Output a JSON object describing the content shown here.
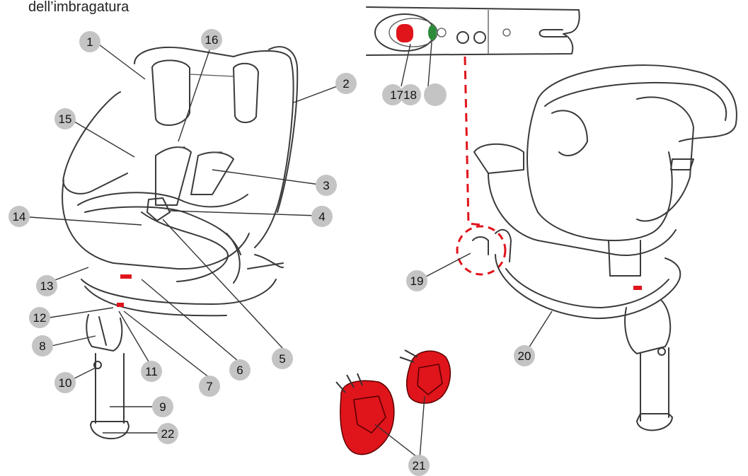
{
  "caption": "dell’imbragatura",
  "colors": {
    "red": "#e0141b",
    "green": "#2e8b3a",
    "badge": "#c4c4c4",
    "outline": "#3a3a3a"
  },
  "callouts": {
    "c1": "1",
    "c2": "2",
    "c3": "3",
    "c4": "4",
    "c5": "5",
    "c6": "6",
    "c7": "7",
    "c8": "8",
    "c9": "9",
    "c10": "10",
    "c11": "11",
    "c12": "12",
    "c13": "13",
    "c14": "14",
    "c15": "15",
    "c16": "16",
    "c17_18": "1718",
    "c19": "19",
    "c20": "20",
    "c21": "21",
    "c22": "22"
  }
}
